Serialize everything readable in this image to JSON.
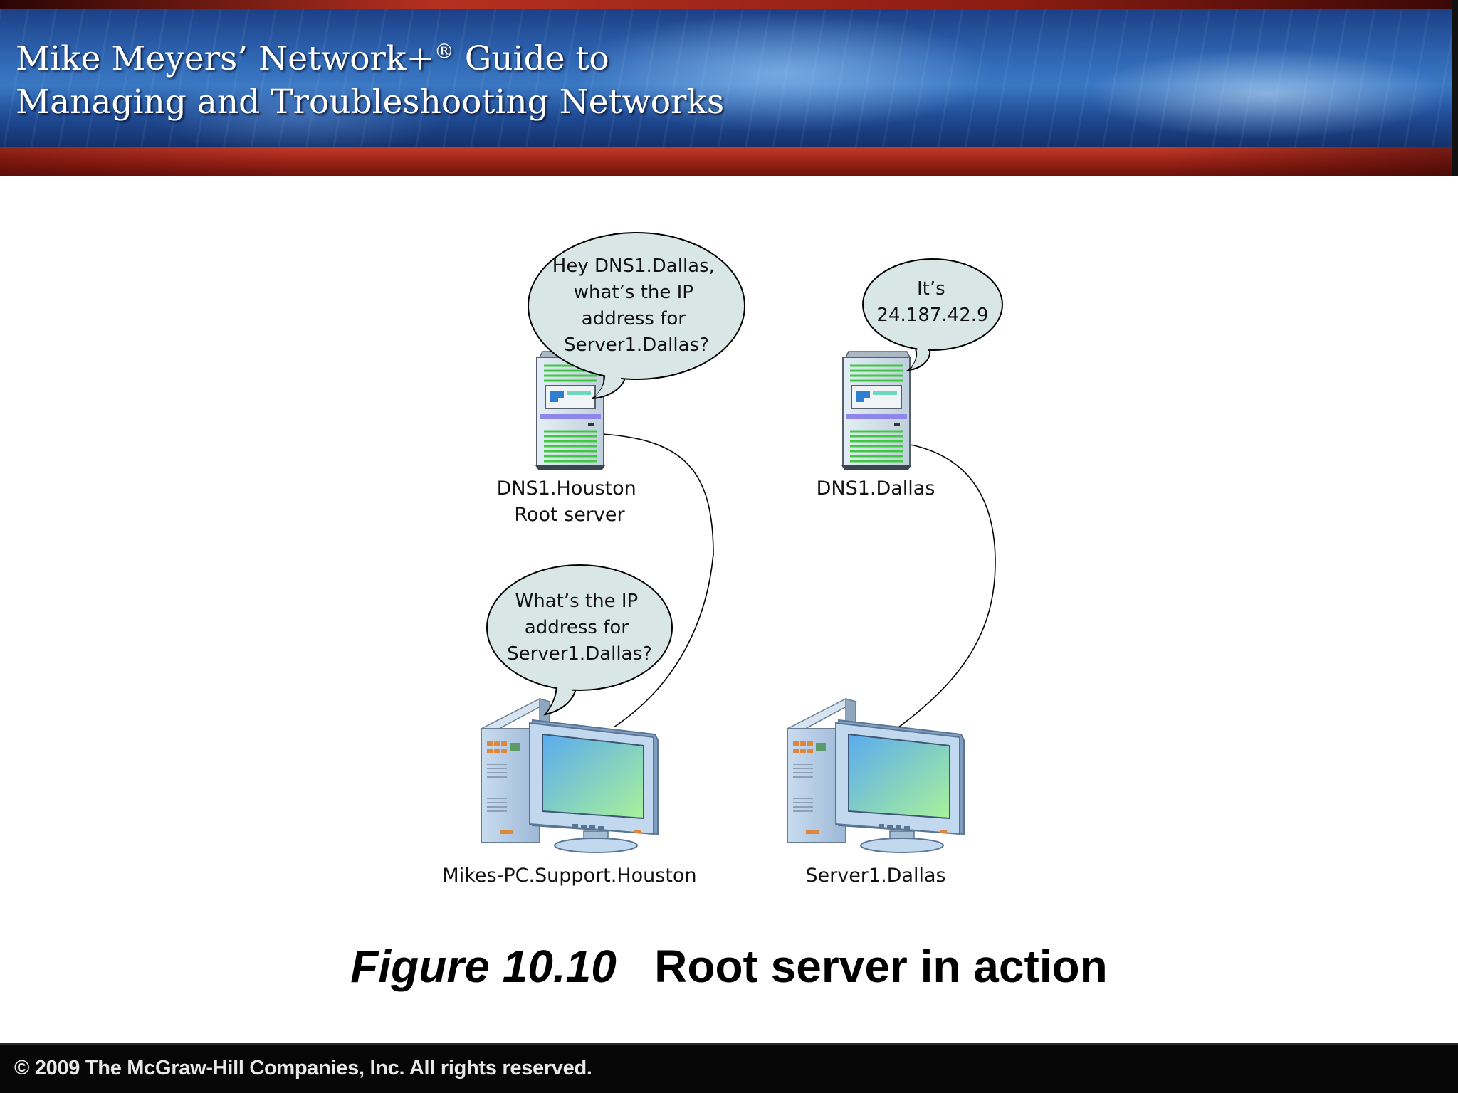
{
  "header": {
    "title_line1": "Mike Meyers’ Network+",
    "title_registered": "®",
    "title_line1_end": " Guide to",
    "title_line2": "Managing and Troubleshooting Networks"
  },
  "diagram": {
    "nodes": [
      {
        "id": "dns1-houston",
        "kind": "server",
        "label_line1": "DNS1.Houston",
        "label_line2": "Root server"
      },
      {
        "id": "dns1-dallas",
        "kind": "server",
        "label_line1": "DNS1.Dallas"
      },
      {
        "id": "mikes-pc",
        "kind": "desktop",
        "label_line1": "Mikes-PC.Support.Houston"
      },
      {
        "id": "server1-dallas",
        "kind": "desktop",
        "label_line1": "Server1.Dallas"
      }
    ],
    "connections": [
      {
        "from": "mikes-pc",
        "to": "dns1-houston"
      },
      {
        "from": "server1-dallas",
        "to": "dns1-dallas"
      }
    ],
    "bubbles": {
      "houston": [
        "Hey DNS1.Dallas,",
        "what’s the IP",
        "address for",
        "Server1.Dallas?"
      ],
      "dallas": [
        "It’s",
        "24.187.42.9"
      ],
      "pc": [
        "What’s the IP",
        "address for",
        "Server1.Dallas?"
      ]
    }
  },
  "caption": {
    "figure": "Figure 10.10",
    "text": "Root server in action"
  },
  "footer": {
    "copyright": "© 2009 The McGraw-Hill Companies, Inc. All rights reserved."
  },
  "colors": {
    "bubble_fill": "#d8e6e5",
    "server_stripes": "#3ec93e",
    "screen_gradient_start": "#5aaaf0",
    "screen_gradient_end": "#a8f29a",
    "banner_red": "#9a2216",
    "banner_blue": "#2f66b3",
    "footer_bg": "#060606"
  }
}
